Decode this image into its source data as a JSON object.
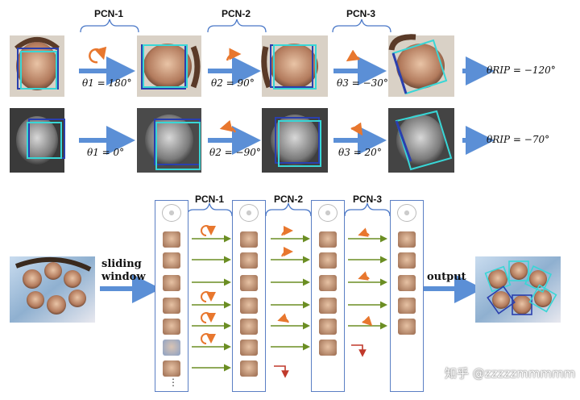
{
  "top": {
    "pcn_labels": [
      "PCN-1",
      "PCN-2",
      "PCN-3"
    ],
    "row1": {
      "thetas": [
        "θ1 = 180°",
        "θ2 = 90°",
        "θ3 = −30°"
      ],
      "result": "θRIP = −120°"
    },
    "row2": {
      "thetas": [
        "θ1 = 0°",
        "θ2 = −90°",
        "θ3 = 20°"
      ],
      "result": "θRIP = −70°"
    }
  },
  "bottom": {
    "pcn_labels": [
      "PCN-1",
      "PCN-2",
      "PCN-3"
    ],
    "sliding_window_label": "sliding window",
    "output_label": "output",
    "ellipsis": "⋮"
  },
  "watermark": "知乎 @zzzzzmmmmm",
  "colors": {
    "arrow_blue": "#5b8fd6",
    "arrow_orange": "#e8772e",
    "arrow_green": "#6b8e23",
    "arrow_red": "#c0392b",
    "box_cyan": "#38d6d6",
    "box_blue": "#2a3fae",
    "column_border": "#5b7fc4"
  }
}
